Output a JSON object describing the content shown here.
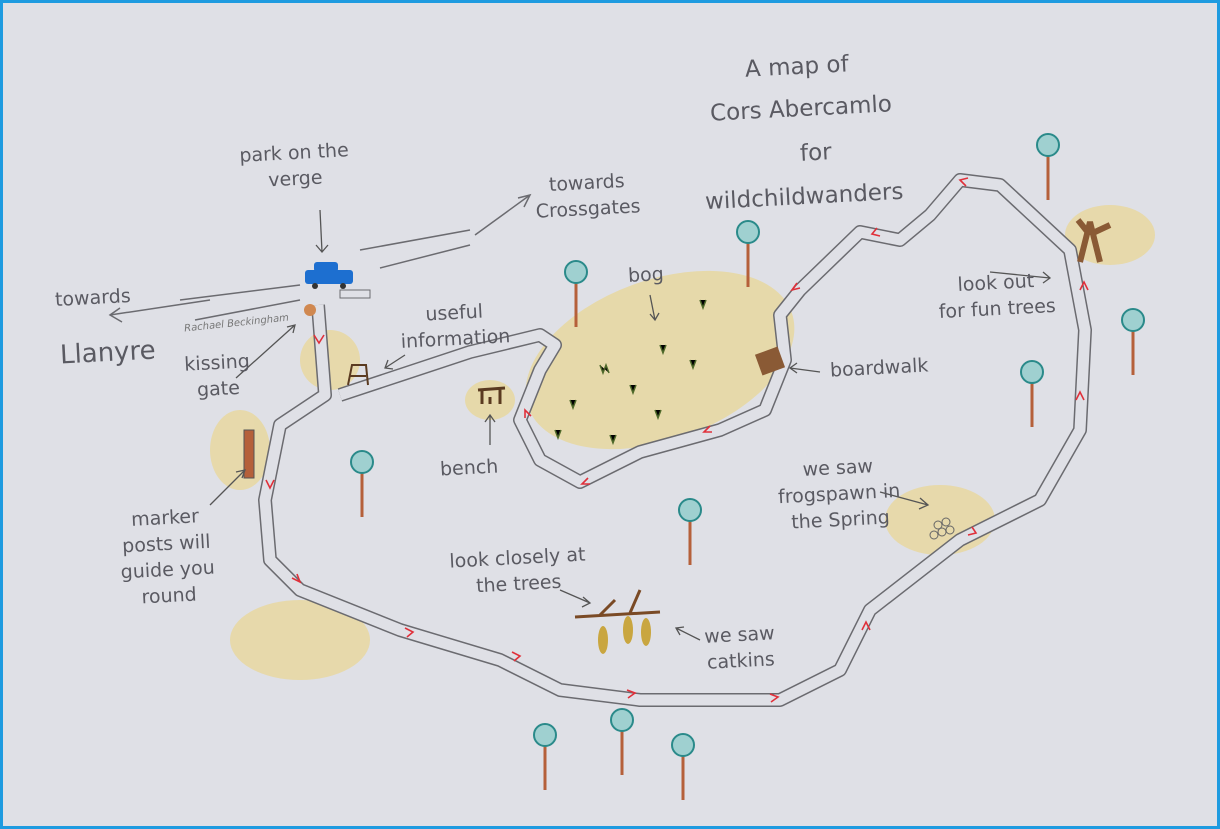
{
  "title": [
    "A map of",
    "Cors Abercamlo",
    "for",
    "wildchildwanders"
  ],
  "labels": {
    "park": "park on the\nverge",
    "crossgates": "towards\nCrossgates",
    "llanyre_towards": "towards",
    "llanyre": "Llanyre",
    "kissing_gate": "kissing\ngate",
    "useful_info": "useful\ninformation",
    "bench": "bench",
    "bog": "bog",
    "boardwalk": "boardwalk",
    "fun_trees": "look out\nfor fun trees",
    "frogspawn": "we saw\nfrogspawn in\nthe Spring",
    "look_closely": "look closely at\nthe trees",
    "catkins": "we saw\ncatkins",
    "marker_posts": "marker\nposts will\nguide you\nround"
  },
  "signature": "Rachael Beckingham",
  "colors": {
    "border": "#1e9be0",
    "paper": "#dfe0e6",
    "path": "#6b6b70",
    "arrow": "#e0303a",
    "grass": "#e8d67a",
    "tree": "#2a8a8a",
    "trunk": "#b5603a",
    "car": "#1d6fd0"
  }
}
